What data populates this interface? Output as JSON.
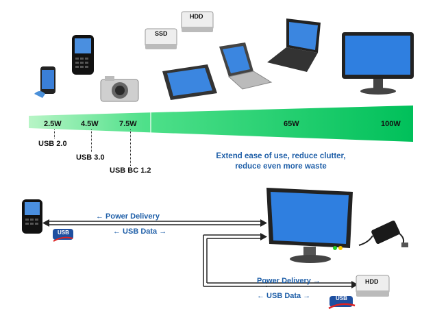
{
  "devices": {
    "ssd_label": "SSD",
    "hdd_label": "HDD",
    "hdd_bottom_label": "HDD",
    "usb_logo_text": "USB",
    "usb_logo_text_2": "USB"
  },
  "power_scale": {
    "levels": [
      "2.5W",
      "4.5W",
      "7.5W",
      "65W",
      "100W"
    ],
    "standards": [
      "USB 2.0",
      "USB 3.0",
      "USB BC 1.2"
    ],
    "caption": "Extend ease of use, reduce clutter, reduce even more waste",
    "colors": {
      "bar_light": "#b8f5c6",
      "bar_dark": "#00c05a"
    }
  },
  "connections": {
    "top_power": "← Power Delivery",
    "top_data": "← USB Data →",
    "bottom_power": "Power Delivery →",
    "bottom_data": "← USB Data →"
  }
}
